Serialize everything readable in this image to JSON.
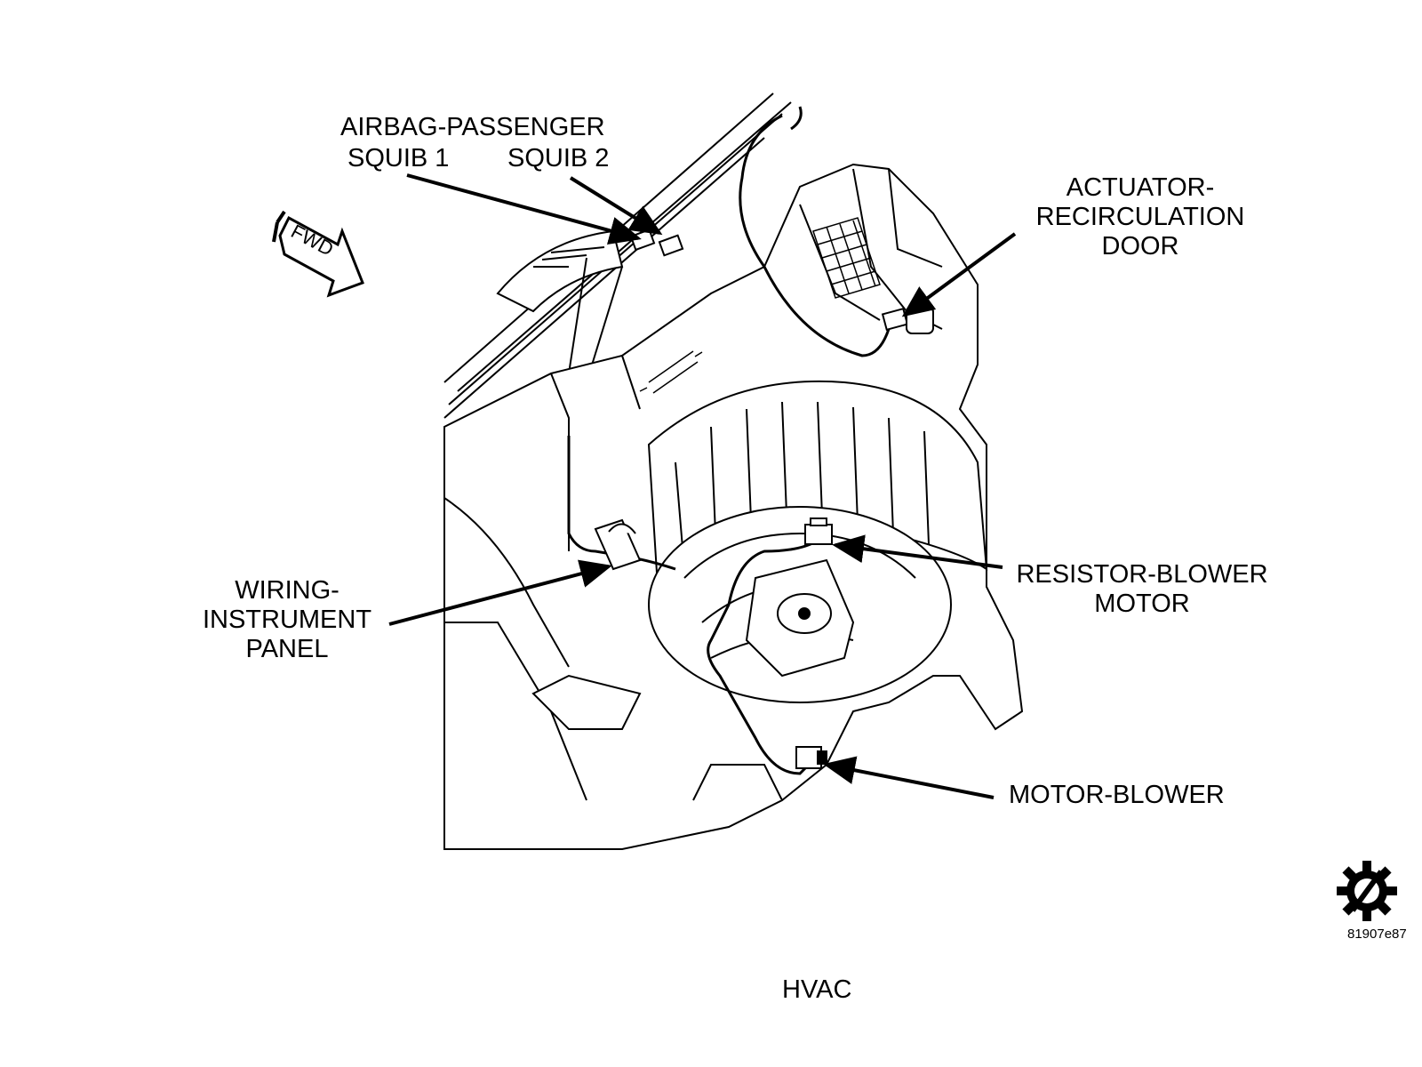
{
  "labels": {
    "airbag_title": "AIRBAG-PASSENGER",
    "squib1": "SQUIB 1",
    "squib2": "SQUIB 2",
    "actuator": [
      "ACTUATOR-",
      "RECIRCULATION",
      "DOOR"
    ],
    "wiring": [
      "WIRING-",
      "INSTRUMENT",
      "PANEL"
    ],
    "resistor": [
      "RESISTOR-BLOWER",
      "MOTOR"
    ],
    "motor_blower": "MOTOR-BLOWER",
    "fwd": "FWD"
  },
  "figure_id": "81907e87",
  "caption": "HVAC",
  "icons": {
    "gear": "gear-slash-icon",
    "arrow": "fwd-arrow-icon"
  },
  "colors": {
    "ink": "#000000",
    "paper": "#ffffff"
  }
}
